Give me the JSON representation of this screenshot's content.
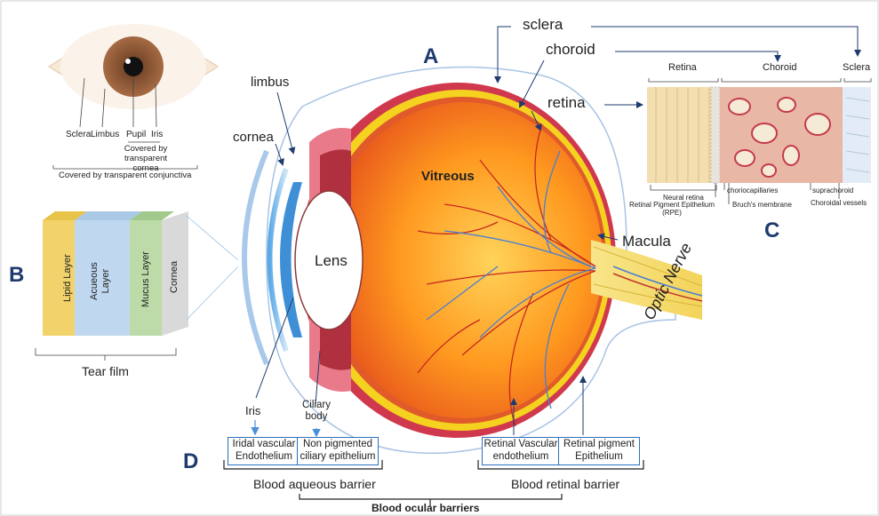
{
  "panels": {
    "A": "A",
    "B": "B",
    "C": "C",
    "D": "D"
  },
  "inset_eye": {
    "labels": [
      "Sclera",
      "Limbus",
      "Pupil",
      "Iris"
    ],
    "cornea_note": "Covered by transparent cornea",
    "conjunctiva_note": "Covered by transparent conjunctiva"
  },
  "eye_labels": {
    "sclera": "sclera",
    "choroid": "choroid",
    "retina": "retina",
    "limbus": "limbus",
    "cornea": "cornea",
    "vitreous": "Vitreous",
    "lens": "Lens",
    "macula": "Macula",
    "optic_nerve": "Optic Nerve",
    "iris": "Iris",
    "ciliary_body": "Ciliary\nbody"
  },
  "tear_film": {
    "layers": [
      "Lipid Layer",
      "Acueous\nLayer",
      "Mucus Layer",
      "Cornea"
    ],
    "caption": "Tear film",
    "colors": [
      "#f2d36b",
      "#bfd8ef",
      "#bcdba8",
      "#d9d9d9"
    ]
  },
  "retina_panel": {
    "headers": [
      "Retina",
      "Choroid",
      "Sclera"
    ],
    "labels": [
      "Neural retina",
      "Retinal Pigment Epithelium\n(RPE)",
      "choriocapillaries",
      "Bruch's membrane",
      "suprachoroid",
      "Choroidal vessels"
    ]
  },
  "barriers": {
    "boxes": [
      "Iridal vascular\nEndothelium",
      "Non pigmented\nciliary epithelium",
      "Retinal Vascular\nendothelium",
      "Retinal pigment\nEpithelium"
    ],
    "aqueous": "Blood aqueous barrier",
    "retinal": "Blood retinal barrier",
    "ocular": "Blood ocular barriers"
  },
  "colors": {
    "accent": "#1f3a6e",
    "arrow": "#2f6fc0",
    "sclera_red": "#d0394d",
    "choroid_yellow": "#f4d21f"
  }
}
